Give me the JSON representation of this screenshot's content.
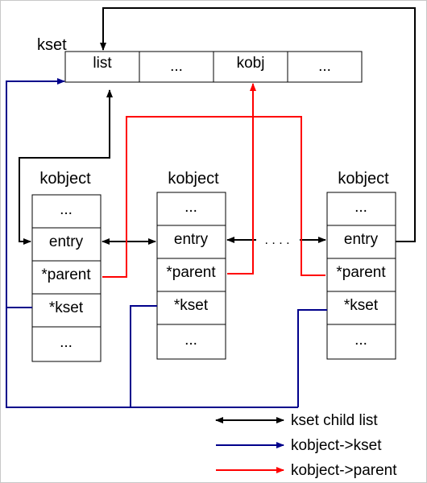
{
  "kset": {
    "title": "kset",
    "cells": [
      "list",
      "...",
      "kobj",
      "..."
    ]
  },
  "kobjects": [
    {
      "title": "kobject",
      "fields": [
        "...",
        "entry",
        "*parent",
        "*kset",
        "..."
      ]
    },
    {
      "title": "kobject",
      "fields": [
        "...",
        "entry",
        "*parent",
        "*kset",
        "..."
      ]
    },
    {
      "title": "kobject",
      "fields": [
        "...",
        "entry",
        "*parent",
        "*kset",
        "..."
      ]
    }
  ],
  "ellipsis_link": ". . . .",
  "legend": {
    "child_list": "kset child list",
    "kobject_kset": "kobject->kset",
    "kobject_parent": "kobject->parent"
  },
  "colors": {
    "child_list": "#000000",
    "kobject_kset": "#00008b",
    "kobject_parent": "#ff0000",
    "border": "#c8c8c8"
  }
}
